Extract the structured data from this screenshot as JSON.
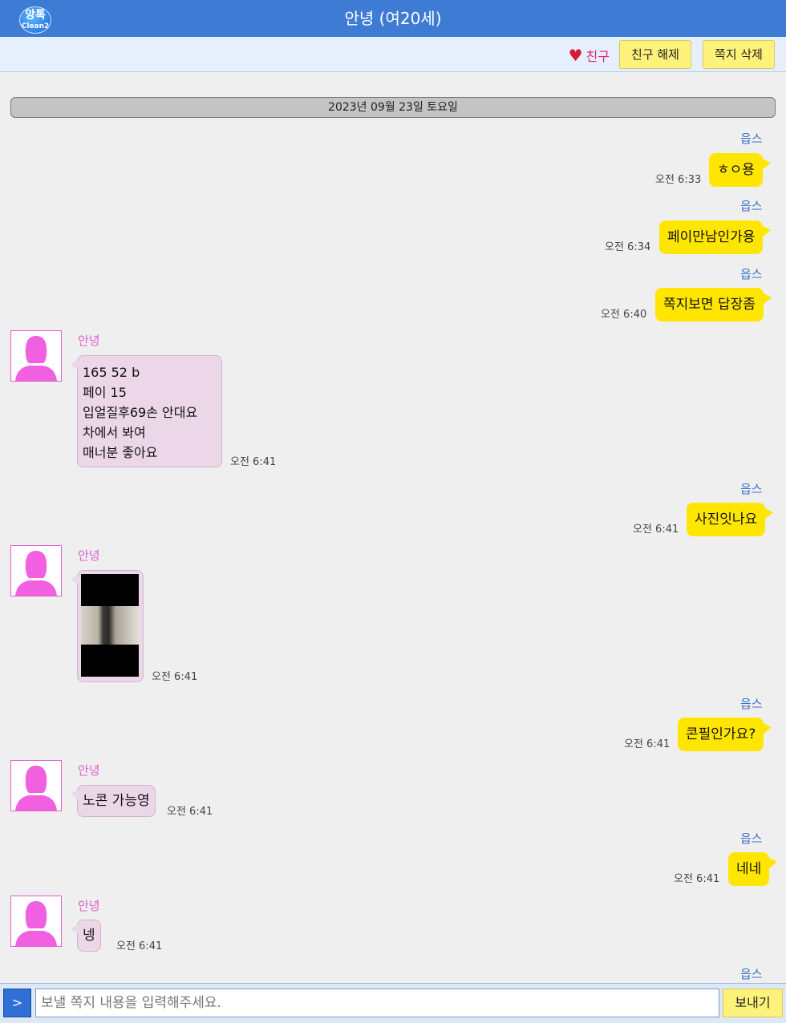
{
  "header": {
    "logo_line1": "앙톡",
    "logo_line2": "Clean2",
    "title": "안녕 (여20세)"
  },
  "toolbar": {
    "friend_label": "친구",
    "unfriend_label": "친구 해제",
    "delete_label": "쪽지 삭제"
  },
  "date_divider": "2023년 09월 23일 토요일",
  "messages": [
    {
      "from": "me",
      "sender": "읍스",
      "text": "ㅎㅇ용",
      "time": "오전 6:33"
    },
    {
      "from": "me",
      "sender": "읍스",
      "text": "페이만남인가용",
      "time": "오전 6:34"
    },
    {
      "from": "me",
      "sender": "읍스",
      "text": "쪽지보면 답장좀",
      "time": "오전 6:40"
    },
    {
      "from": "other",
      "sender": "안녕",
      "lines": [
        "165 52 b",
        "페이 15",
        "입얼질후69손 안대요",
        "차에서 봐여",
        "매너분 좋아요"
      ],
      "time": "오전 6:41"
    },
    {
      "from": "me",
      "sender": "읍스",
      "text": "사진잇나요",
      "time": "오전 6:41"
    },
    {
      "from": "other",
      "sender": "안녕",
      "type": "image",
      "time": "오전 6:41"
    },
    {
      "from": "me",
      "sender": "읍스",
      "text": "콘필인가요?",
      "time": "오전 6:41"
    },
    {
      "from": "other",
      "sender": "안녕",
      "text": "노콘 가능영",
      "time": "오전 6:41"
    },
    {
      "from": "me",
      "sender": "읍스",
      "text": "네네",
      "time": "오전 6:41"
    },
    {
      "from": "other",
      "sender": "안녕",
      "text": "넹",
      "time": "오전 6:41"
    },
    {
      "from": "me",
      "sender": "읍스"
    }
  ],
  "composer": {
    "expand_label": ">",
    "placeholder": "보낼 쪽지 내용을 입력해주세요.",
    "send_label": "보내기"
  },
  "colors": {
    "header_bg": "#3e7bd4",
    "my_bubble": "#ffe600",
    "their_bubble": "#ebd7e7",
    "avatar": "#f060e0"
  }
}
